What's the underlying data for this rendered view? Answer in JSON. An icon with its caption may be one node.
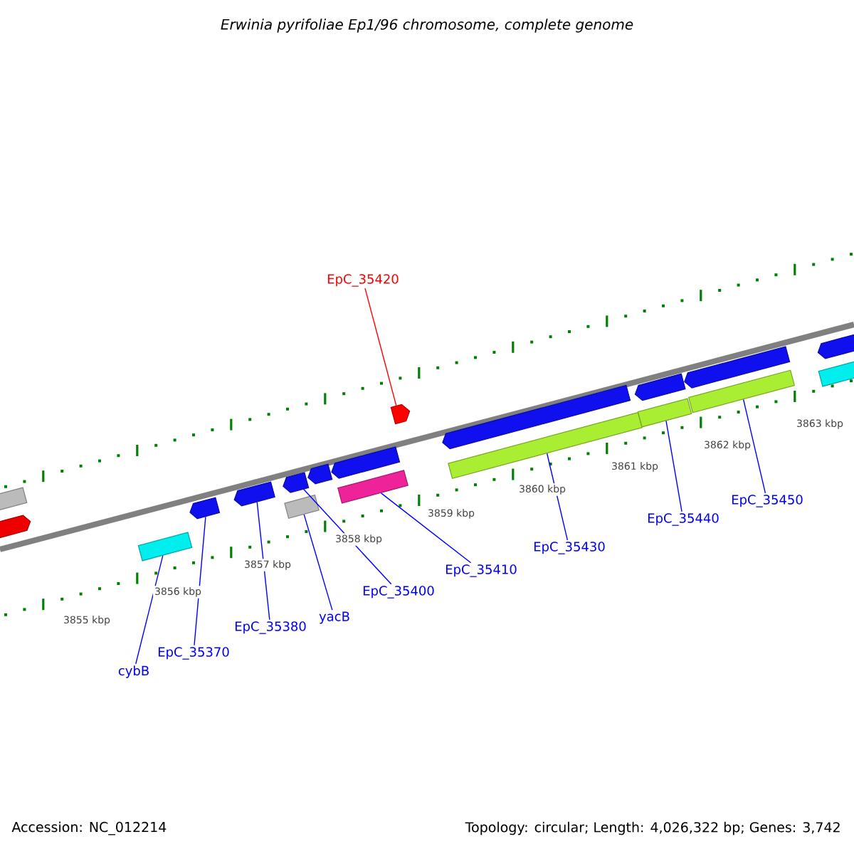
{
  "diagram": {
    "title": "Erwinia pyrifoliae Ep1/96 chromosome, complete genome",
    "nodes": [
      {
        "text": [
          "EpC_35420"
        ]
      },
      {
        "text": [
          "cybB"
        ]
      },
      {
        "text": [
          "EpC_35370"
        ]
      },
      {
        "text": [
          "EpC_35380"
        ]
      },
      {
        "text": [
          "yacB"
        ]
      },
      {
        "text": [
          "EpC_35400"
        ]
      },
      {
        "text": [
          "EpC_35410"
        ]
      },
      {
        "text": [
          "EpC_35430"
        ]
      },
      {
        "text": [
          "EpC_35440"
        ]
      },
      {
        "text": [
          "EpC_35450"
        ]
      },
      {
        "text": [],
        "shape": "arrow"
      },
      {
        "text": [],
        "shape": "box"
      },
      {
        "text": [],
        "shape": "arrow"
      },
      {
        "text": [],
        "shape": "arrow"
      },
      {
        "text": [],
        "shape": "box"
      },
      {
        "text": [],
        "shape": "arrow"
      },
      {
        "text": [],
        "shape": "box"
      },
      {
        "text": [],
        "shape": "box"
      },
      {
        "text": [],
        "shape": "box"
      },
      {
        "text": [],
        "shape": "box"
      },
      {
        "text": [],
        "shape": "box"
      },
      {
        "text": [],
        "shape": "arrow"
      },
      {
        "text": [],
        "shape": "arrow"
      },
      {
        "text": [],
        "shape": "arrow"
      },
      {
        "text": [],
        "shape": "arrow"
      },
      {
        "text": [],
        "shape": "arrow"
      },
      {
        "text": [],
        "shape": "arrow"
      },
      {
        "text": [],
        "shape": "arrow"
      },
      {
        "text": [],
        "shape": "box"
      }
    ],
    "edges": [
      {
        "from": 0,
        "to": 10,
        "arrow": "none",
        "color": "#ff0000"
      },
      {
        "from": 1,
        "to": 11,
        "arrow": "none"
      },
      {
        "from": 2,
        "to": 12,
        "arrow": "none"
      },
      {
        "from": 3,
        "to": 13,
        "arrow": "none"
      },
      {
        "from": 4,
        "to": 14,
        "arrow": "none"
      },
      {
        "from": 5,
        "to": 15,
        "arrow": "none"
      },
      {
        "from": 6,
        "to": 16,
        "arrow": "none"
      },
      {
        "from": 7,
        "to": 17,
        "arrow": "none"
      },
      {
        "from": 8,
        "to": 18,
        "arrow": "none"
      },
      {
        "from": 9,
        "to": 19,
        "arrow": "none"
      }
    ],
    "labels": [
      "3855 kbp",
      "3856 kbp",
      "3857 kbp",
      "3858 kbp",
      "3859 kbp",
      "3860 kbp",
      "3861 kbp",
      "3862 kbp",
      "3863 kbp",
      "Accession: NC_012214",
      "Topology: circular; Length: 4,026,322 bp; Genes: 3,742"
    ]
  }
}
